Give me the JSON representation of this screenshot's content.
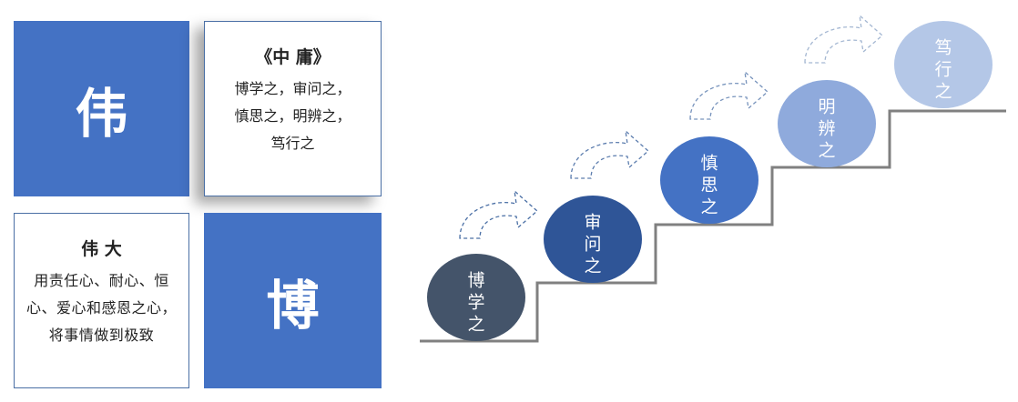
{
  "tiles": {
    "wei": "伟",
    "bo": "博",
    "zhongyong": {
      "title": "《中 庸》",
      "lines": [
        "博学之，审问之，",
        "慎思之，明辨之，",
        "笃行之"
      ]
    },
    "weida": {
      "title": "伟 大",
      "lines": [
        "用责任心、耐心、恒",
        "心、爱心和感恩之心，",
        "将事情做到极致"
      ]
    }
  },
  "steps": [
    {
      "chars": [
        "博",
        "学",
        "之"
      ],
      "color": "#44546a"
    },
    {
      "chars": [
        "审",
        "问",
        "之"
      ],
      "color": "#2f5597"
    },
    {
      "chars": [
        "慎",
        "思",
        "之"
      ],
      "color": "#4472c4"
    },
    {
      "chars": [
        "明",
        "辨",
        "之"
      ],
      "color": "#8faadc"
    },
    {
      "chars": [
        "笃",
        "行",
        "之"
      ],
      "color": "#b4c7e7"
    }
  ],
  "colors": {
    "tile_blue": "#4472c4",
    "border_blue": "#4a6fa5",
    "stair_line": "#808080",
    "arrow_dash": "#4a6fa5"
  }
}
